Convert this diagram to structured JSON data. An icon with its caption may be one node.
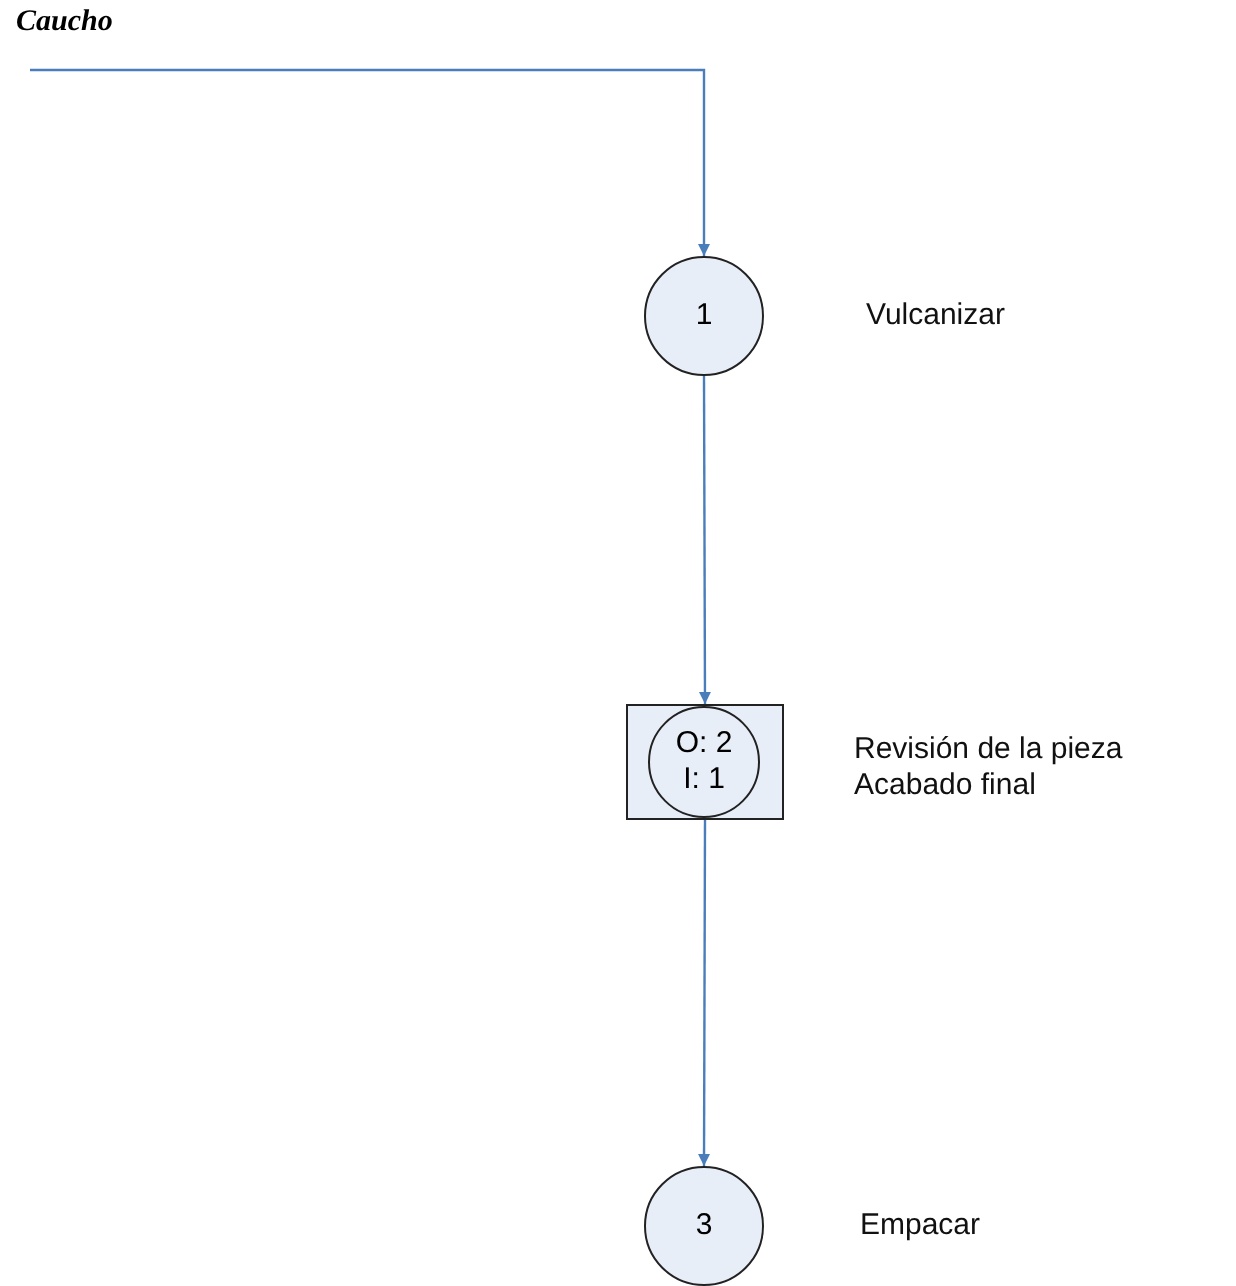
{
  "diagram": {
    "nodes": [
      {
        "text": [
          "Caucho"
        ]
      },
      {
        "text": [
          "1"
        ],
        "beside": [
          "Vulcanizar"
        ]
      },
      {
        "text": [],
        "shape": "box",
        "beside": [
          "Revisión de la pieza",
          "Acabado final"
        ]
      },
      {
        "text": [
          "O: 2",
          "I: 1"
        ],
        "in": 2
      },
      {
        "text": [
          "3"
        ],
        "beside": [
          "Empacar"
        ]
      }
    ],
    "edges": [
      {
        "from": 0,
        "to": 1,
        "arrow": "to"
      },
      {
        "from": 1,
        "to": 2,
        "arrow": "to"
      },
      {
        "from": 2,
        "to": 4,
        "arrow": "to"
      }
    ]
  }
}
